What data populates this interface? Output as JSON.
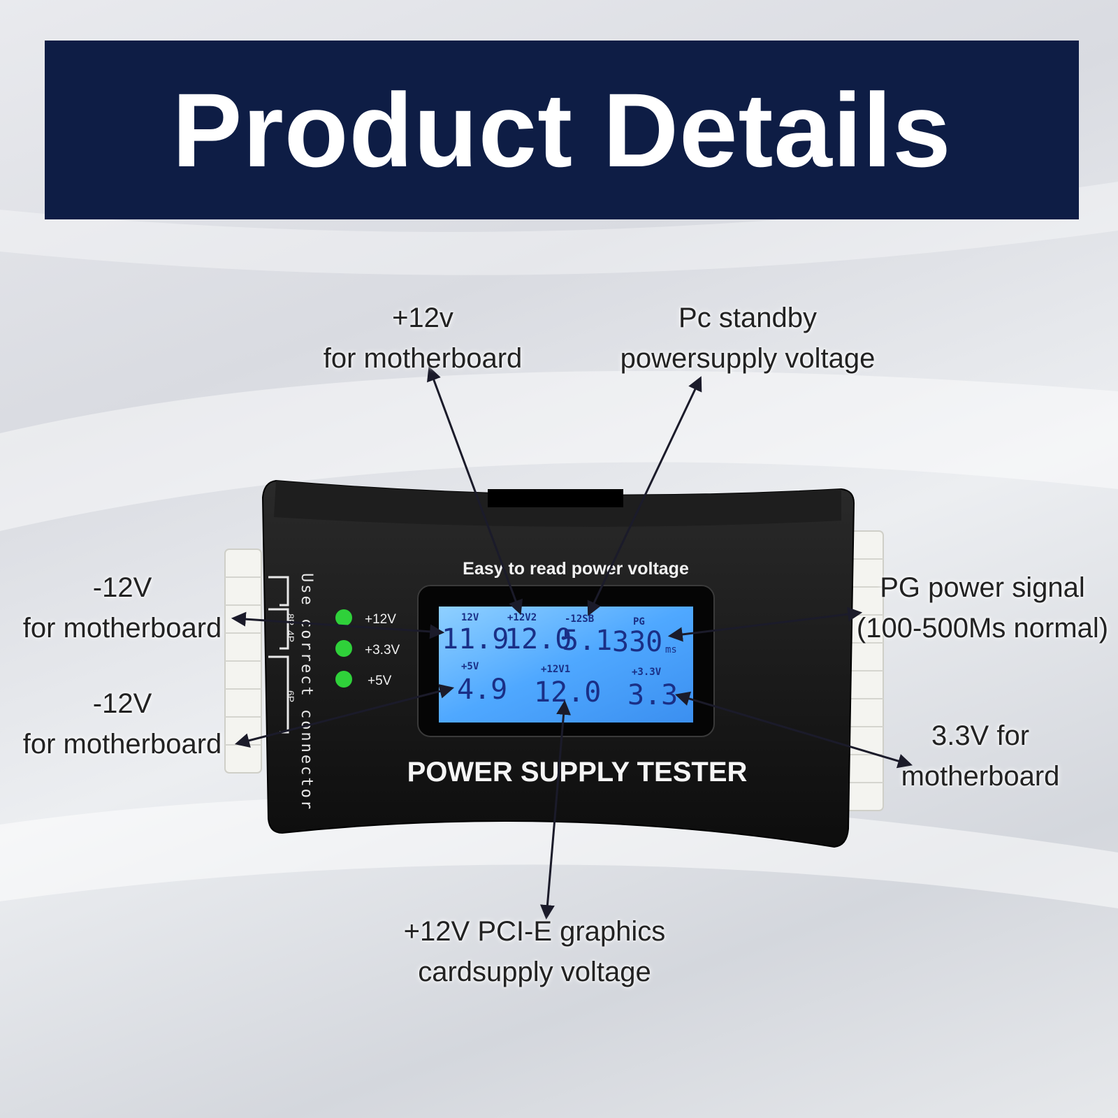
{
  "header": {
    "title": "Product Details"
  },
  "device": {
    "tagline": "Easy to read power voltage",
    "name": "POWER SUPPLY TESTER",
    "side_text": "Use correct connector",
    "pin_labels": [
      "8P",
      "4P",
      "6P"
    ],
    "leds": [
      {
        "label": "+12V",
        "color": "#2fd13a"
      },
      {
        "label": "+3.3V",
        "color": "#2fd13a"
      },
      {
        "label": "+5V",
        "color": "#2fd13a"
      }
    ],
    "lcd": {
      "top_labels": [
        "12V",
        "+12V2",
        "-12SB",
        "PG"
      ],
      "top_values": [
        "11.9",
        "12.0",
        "5.1",
        "330"
      ],
      "unit": "ms",
      "bottom_labels": [
        "+5V",
        "+12V1",
        "+3.3V"
      ],
      "bottom_values": [
        "4.9",
        "12.0",
        "3.3"
      ]
    }
  },
  "callouts": {
    "plus12v_mb": {
      "line1": "+12v",
      "line2": "for motherboard"
    },
    "pc_standby": {
      "line1": "Pc standby",
      "line2": "powersupply voltage"
    },
    "minus12v_a": {
      "line1": "-12V",
      "line2": "for motherboard"
    },
    "minus12v_b": {
      "line1": "-12V",
      "line2": "for motherboard"
    },
    "pg_signal": {
      "line1": "PG power signal",
      "line2": "(100-500Ms normal)"
    },
    "v33_mb": {
      "line1": "3.3V for",
      "line2": "motherboard"
    },
    "pcie": {
      "line1": "+12V PCI-E graphics",
      "line2": "cardsupply voltage"
    }
  },
  "colors": {
    "header_bg": "#0e1d45",
    "lcd_bg": "#4fa8ff",
    "lcd_digits": "#1a2f86",
    "device_body": "#141414"
  }
}
